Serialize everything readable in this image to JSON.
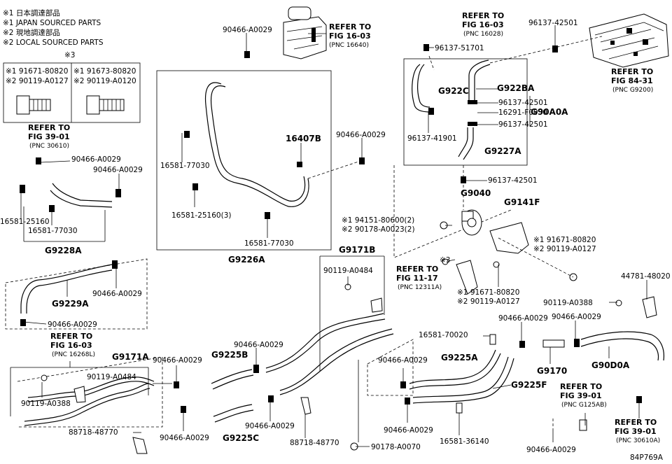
{
  "notes": {
    "note_jp_1": "※1 日本調達部品",
    "note_en_1": "※1 JAPAN SOURCED PARTS",
    "note_jp_2": "※2 現地調達部品",
    "note_en_2": "※2 LOCAL SOURCED PARTS"
  },
  "bolt_table": {
    "header": "※3",
    "left_1": "※1 91671-80820",
    "left_2": "※2 90119-A0127",
    "right_1": "※1 91673-80820",
    "right_2": "※2 90119-A0120"
  },
  "refs": {
    "r1": [
      "REFER TO",
      "FIG 16-03",
      "(PNC 16640)"
    ],
    "r2": [
      "REFER TO",
      "FIG 16-03",
      "(PNC 16028)"
    ],
    "r3": [
      "REFER TO",
      "FIG 84-31",
      "(PNC G9200)"
    ],
    "r4": [
      "REFER TO",
      "FIG 39-01",
      "(PNC 30610)"
    ],
    "r5": [
      "REFER TO",
      "FIG 11-17",
      "(PNC 12311A)"
    ],
    "r6": [
      "REFER TO",
      "FIG 16-03",
      "(PNC 16268L)"
    ],
    "r7": [
      "REFER TO",
      "FIG 39-01",
      "(PNC G125AB)"
    ],
    "r8": [
      "REFER TO",
      "FIG 39-01",
      "(PNC 30610A)"
    ]
  },
  "parts": {
    "p01": "90466-A0029",
    "p02": "90466-A0029",
    "p03": "90466-A0029",
    "p04": "90466-A0029",
    "p05": "16581-25160",
    "p06": "16581-77030",
    "p07": "G9228A",
    "p08": "16581-77030",
    "p09": "16581-25160(3)",
    "p10": "16407B",
    "p11": "16581-77030",
    "p12": "G9226A",
    "p13": "90466-A0029",
    "p14": "96137-51701",
    "p15": "96137-42501",
    "p16": "G922C",
    "p17": "G922BA",
    "p18": "96137-42501",
    "p19": "16291-F0030",
    "p20": "96137-42501",
    "p21": "G90A0A",
    "p22": "96137-41901",
    "p23": "G9227A",
    "p24": "96137-42501",
    "p25": "G9040",
    "p26": "G9141F",
    "p27": "※1 94151-80600(2)",
    "p28": "※2 90178-A0023(2)",
    "p29": "※1 91671-80820",
    "p30": "※2 90119-A0127",
    "p31": "※3",
    "p32": "※1 91671-80820",
    "p33": "※2 90119-A0127",
    "p34": "90466-A0029",
    "p35": "G9229A",
    "p36": "90466-A0029",
    "p37": "G9171B",
    "p38": "90119-A0484",
    "p39": "44781-48020",
    "p40": "90119-A0388",
    "p41": "90466-A0029",
    "p42": "90466-A0029",
    "p43": "16581-70020",
    "p44": "90466-A0029",
    "p45": "G9171A",
    "p46": "90466-A0029",
    "p47": "G9225B",
    "p48": "90466-A0029",
    "p49": "G9225A",
    "p50": "G9170",
    "p51": "G90D0A",
    "p52": "90119-A0484",
    "p53": "90119-A0388",
    "p54": "G9225F",
    "p55": "90466-A0029",
    "p56": "G9225C",
    "p57": "90466-A0029",
    "p58": "88718-48770",
    "p59": "88718-48770",
    "p60": "90178-A0070",
    "p61": "90466-A0029",
    "p62": "16581-36140",
    "p63": "90466-A0029"
  },
  "figure_id": "84P769A"
}
